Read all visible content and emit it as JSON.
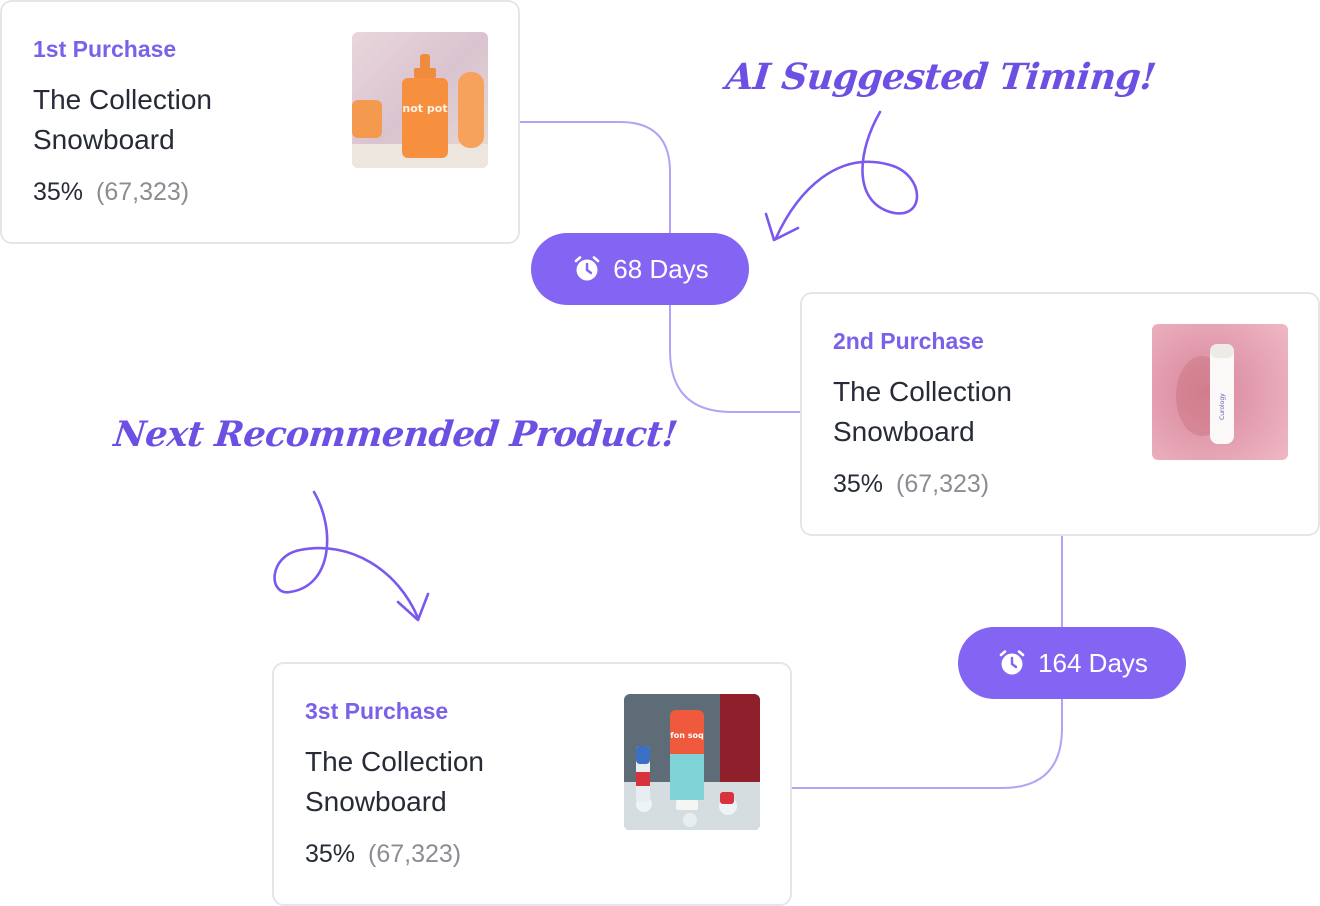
{
  "purchases": [
    {
      "label": "1st Purchase",
      "title": "The Collection Snowboard",
      "percent": "35%",
      "count": "(67,323)",
      "image_icon": "orange-serum-bottle-photo",
      "brand_text": "not pot"
    },
    {
      "label": "2nd Purchase",
      "title": "The Collection Snowboard",
      "percent": "35%",
      "count": "(67,323)",
      "image_icon": "white-tube-on-pink-photo",
      "brand_text": "Curology"
    },
    {
      "label": "3st Purchase",
      "title": "The Collection Snowboard",
      "percent": "35%",
      "count": "(67,323)",
      "image_icon": "sunscreen-tube-on-ice-photo",
      "brand_text": "fon soq"
    }
  ],
  "timings": [
    {
      "label": "68 Days",
      "icon": "alarm-clock-icon"
    },
    {
      "label": "164 Days",
      "icon": "alarm-clock-icon"
    }
  ],
  "callouts": {
    "timing": "AI Suggested Timing!",
    "product": "Next Recommended Product!"
  },
  "colors": {
    "accent": "#8464f2",
    "label": "#7b61ea",
    "handwriting": "#6d4fe3",
    "connector": "#b4a3f4",
    "title_text": "#262b36",
    "muted_text": "#8c8d93",
    "card_border": "#e6e6ea"
  }
}
